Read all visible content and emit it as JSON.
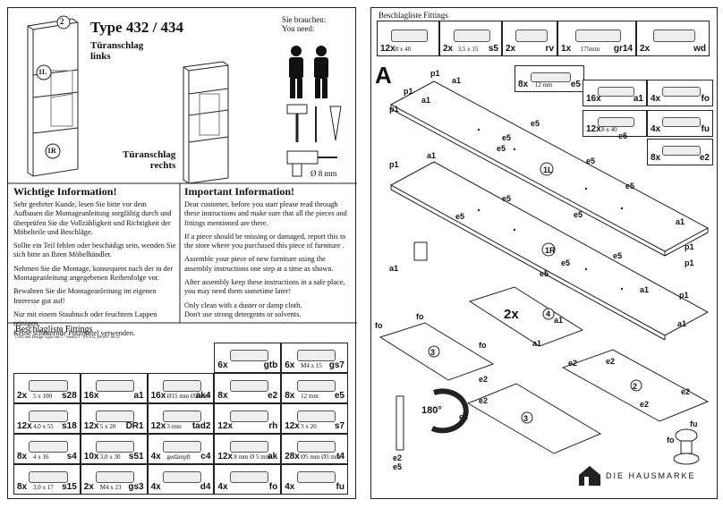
{
  "left": {
    "type_title": "Type 432 / 434",
    "door_left": [
      "Türanschlag",
      "links"
    ],
    "door_right": [
      "Türanschlag",
      "rechts"
    ],
    "need": [
      "Sie brauchen:",
      "You need:"
    ],
    "drill": "Ø 8 mm",
    "marker_top": "2",
    "marker_11": "1L",
    "marker_12": "1R",
    "de_title": "Wichtige Information!",
    "de_paras": [
      "Sehr geehrter Kunde, lesen Sie bitte vor dem Aufbauen die Montageanleitung sorgfältig durch und überprüfen Sie die Vollzähligkeit und Richtigkeit der Möbelteile und Beschläge.",
      "Sollte ein Teil fehlen oder beschädigt sein, wenden Sie sich bitte an Ihren Möbelhändler.",
      "Nehmen Sie die Montage, konsequent nach der in der Montageanleitung angegebenen Reihenfolge vor.",
      "Bewahren Sie die Montageanleitung im eigenen Interesse gut auf!",
      "Nur mit einem Staubtuch oder feuchtem Lappen reinigen.\nKeine scheuernde Putzmittel verwenden."
    ],
    "en_title": "Important Information!",
    "en_paras": [
      "Dear customer, before you start please read through these instructions and make sure that all the pieces and fittings mentioned are there.",
      "If a piece should be missing or damaged, report this to the store where you purchased this piece of furniture .",
      "Assemble your piece of new furniture using the assembly instructions one step at a time as shown.",
      "After assembly keep these instructions in a safe place, you may need them sometime later!",
      "Only clean with a duster or damp cloth.\nDon't use strong detergents or solvents."
    ],
    "fittings_title": "Beschlagliste Fittings",
    "fittings_sub": "CAD und Design Light line 5 - Studio 5 - FS A12_RES91 .08.21",
    "cells": [
      {
        "q": "6x",
        "c": "gtb",
        "d": ""
      },
      {
        "q": "6x",
        "c": "gs7",
        "d": "M4 x 15"
      },
      {
        "q": "2x",
        "c": "s28",
        "d": "5 x 100"
      },
      {
        "q": "16x",
        "c": "a1",
        "d": ""
      },
      {
        "q": "16x",
        "c": "ak4",
        "d": "Ø15 mm  Ø3 mm"
      },
      {
        "q": "8x",
        "c": "e2",
        "d": ""
      },
      {
        "q": "8x",
        "c": "e5",
        "d": "12 mm"
      },
      {
        "q": "12x",
        "c": "s18",
        "d": "4,0 x 55"
      },
      {
        "q": "12x",
        "c": "DR1",
        "d": "5 x 20"
      },
      {
        "q": "12x",
        "c": "tad2",
        "d": "3 mm"
      },
      {
        "q": "12x",
        "c": "rh",
        "d": ""
      },
      {
        "q": "12x",
        "c": "s7",
        "d": "3 x 20"
      },
      {
        "q": "8x",
        "c": "s4",
        "d": "4 x 16"
      },
      {
        "q": "10x",
        "c": "s51",
        "d": "3,0 x 30"
      },
      {
        "q": "4x",
        "c": "c4",
        "d": "gedämpft"
      },
      {
        "q": "12x",
        "c": "ak",
        "d": "8 mm  Ø 5 mm"
      },
      {
        "q": "28x",
        "c": "t4",
        "d": "Ø5 mm  Ø3 mm"
      },
      {
        "q": "8x",
        "c": "s15",
        "d": "3,0 x 17"
      },
      {
        "q": "2x",
        "c": "gs3",
        "d": "M4 x 23"
      },
      {
        "q": "4x",
        "c": "d4",
        "d": ""
      },
      {
        "q": "4x",
        "c": "fo",
        "d": ""
      },
      {
        "q": "4x",
        "c": "fu",
        "d": ""
      }
    ]
  },
  "right": {
    "fittings_title": "Beschlagliste  Fittings",
    "top_cells": [
      {
        "q": "12x",
        "c": "",
        "d": "8 x 40"
      },
      {
        "q": "2x",
        "c": "s5",
        "d": "3,5 x 15"
      },
      {
        "q": "2x",
        "c": "rv",
        "d": ""
      },
      {
        "q": "1x",
        "c": "gr14",
        "d": "175mm"
      },
      {
        "q": "2x",
        "c": "wd",
        "d": ""
      }
    ],
    "step": "A",
    "mini_cells": [
      {
        "q": "8x",
        "c": "e5",
        "d": "12 mm"
      },
      {
        "q": "16x",
        "c": "a1",
        "d": ""
      },
      {
        "q": "4x",
        "c": "fo",
        "d": ""
      },
      {
        "q": "12x",
        "c": "",
        "d": "8 x 40"
      },
      {
        "q": "4x",
        "c": "fu",
        "d": ""
      },
      {
        "q": "8x",
        "c": "e2",
        "d": ""
      }
    ],
    "labels": {
      "p1": "p1",
      "a1": "a1",
      "e5": "e5",
      "e2": "e2",
      "fo": "fo",
      "fu": "fu",
      "m1L": "1L",
      "m1R": "1R",
      "m2x4": "2x",
      "m4": "4",
      "m3": "3",
      "m2": "2",
      "rot": "180°"
    },
    "brand": "DIE HAUSMARKE"
  }
}
